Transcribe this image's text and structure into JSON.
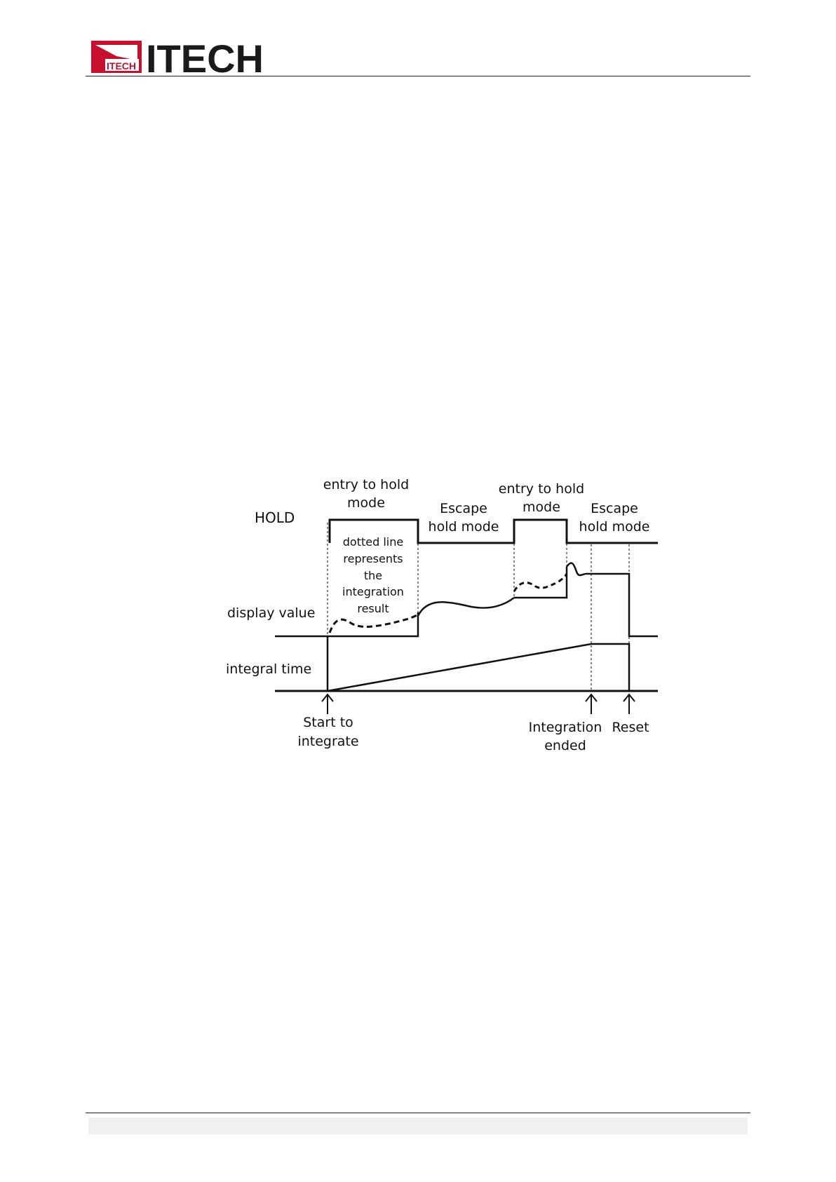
{
  "header": {
    "logo_text": "ITECH",
    "logo_badge_text": "ITECH"
  },
  "diagram": {
    "labels": {
      "entry_hold_1_line1": "entry to hold",
      "entry_hold_1_line2": "mode",
      "escape_hold_1_line1": "Escape",
      "escape_hold_1_line2": "hold mode",
      "entry_hold_2_line1": "entry to hold",
      "entry_hold_2_line2": "mode",
      "escape_hold_2_line1": "Escape",
      "escape_hold_2_line2": "hold mode",
      "hold_axis": "HOLD",
      "display_value_axis": "display value",
      "integral_time_axis": "integral time",
      "note_line1": "dotted line",
      "note_line2": "represents",
      "note_line3": "the",
      "note_line4": "integration",
      "note_line5": "result",
      "start_line1": "Start to",
      "start_line2": "integrate",
      "ended_line1": "Integration",
      "ended_line2": "ended",
      "reset": "Reset"
    }
  },
  "colors": {
    "logo_red": "#c8102e",
    "logo_dark": "#1a1a1a",
    "line": "#111111",
    "footer_band": "#f0f0f0"
  }
}
